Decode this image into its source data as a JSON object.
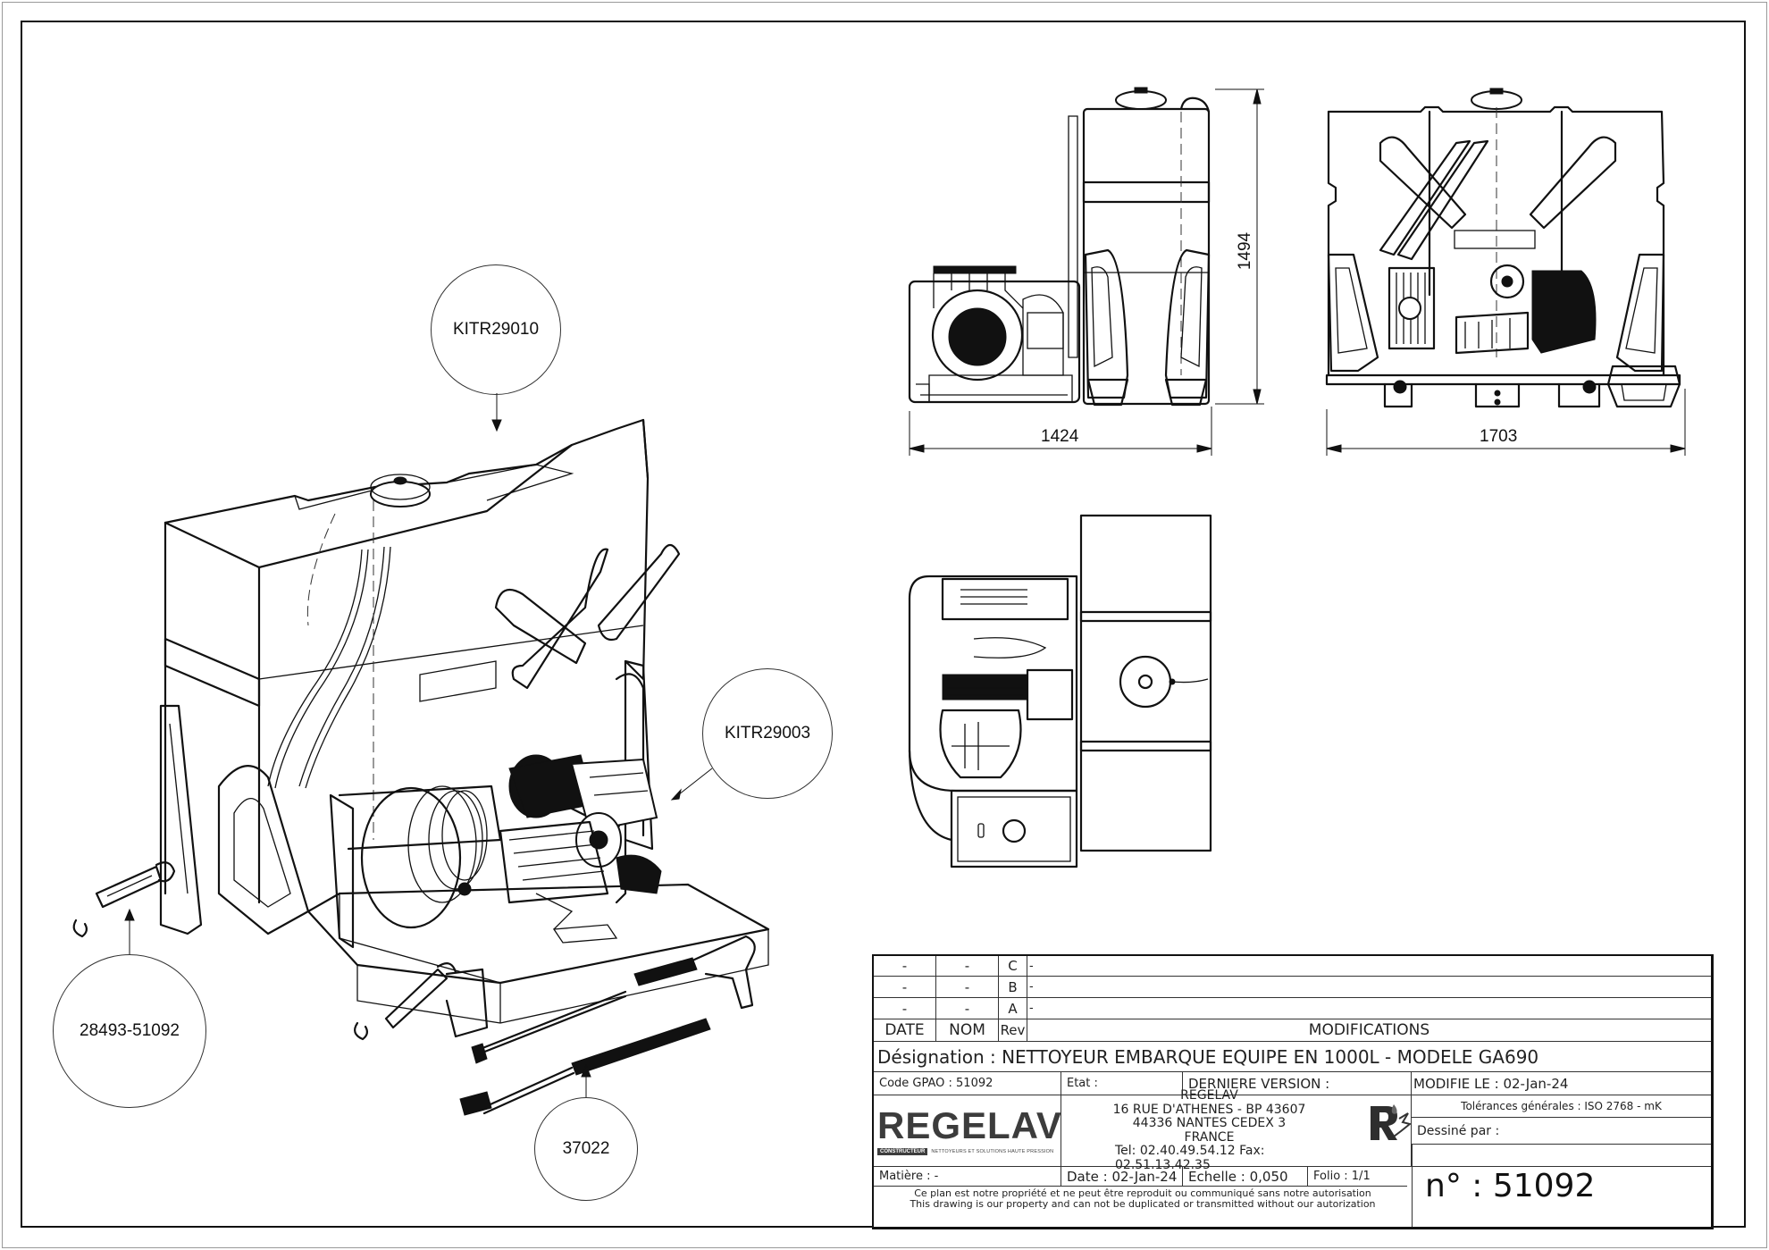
{
  "drawing": {
    "views": [
      "isometric-view",
      "side-view",
      "front-view",
      "top-view"
    ],
    "dimensions": {
      "side_width": "1424",
      "side_height": "1494",
      "front_width": "1703"
    },
    "callouts": [
      {
        "id": "kit-tank",
        "label": "KITR29010"
      },
      {
        "id": "kit-motor",
        "label": "KITR29003"
      },
      {
        "id": "handles",
        "label": "28493-51092"
      },
      {
        "id": "lance",
        "label": "37022"
      }
    ]
  },
  "title_block": {
    "revisions": [
      {
        "date": "-",
        "name": "-",
        "rev": "C",
        "modification": "-"
      },
      {
        "date": "-",
        "name": "-",
        "rev": "B",
        "modification": "-"
      },
      {
        "date": "-",
        "name": "-",
        "rev": "A",
        "modification": "-"
      }
    ],
    "headers": {
      "date": "DATE",
      "name": "NOM",
      "rev": "Rev",
      "modifications": "MODIFICATIONS"
    },
    "designation": "Désignation : NETTOYEUR EMBARQUE EQUIPE EN 1000L - MODELE GA690",
    "code_gpao": "Code GPAO : 51092",
    "etat": "Etat :",
    "derniere_version": "DERNIERE VERSION :",
    "modifie_le": "MODIFIE LE : 02-Jan-24",
    "company": {
      "logo_word": "REGELAV",
      "logo_badge": "CONSTRUCTEUR",
      "logo_tagline": "NETTOYEURS ET SOLUTIONS HAUTE PRESSION",
      "name": "REGELAV",
      "street": "16 RUE D'ATHENES - BP 43607",
      "city": "44336 NANTES CEDEX 3",
      "country": "FRANCE",
      "phone_line": "Tel:  02.40.49.54.12   Fax:  02.51.13.42.35"
    },
    "tolerances": "Tolérances générales : ISO 2768 - mK",
    "dessine_par": "Dessiné par :",
    "matiere": "Matière : -",
    "date": "Date : 02-Jan-24",
    "echelle": "Echelle : 0,050",
    "folio": "Folio : 1/1",
    "drawing_number": "n° : 51092",
    "disclaimer_fr": "Ce plan est notre propriété et ne peut être reproduit ou communiqué sans notre autorisation",
    "disclaimer_en": "This drawing is our property and can not be duplicated or transmitted without our autorization"
  }
}
